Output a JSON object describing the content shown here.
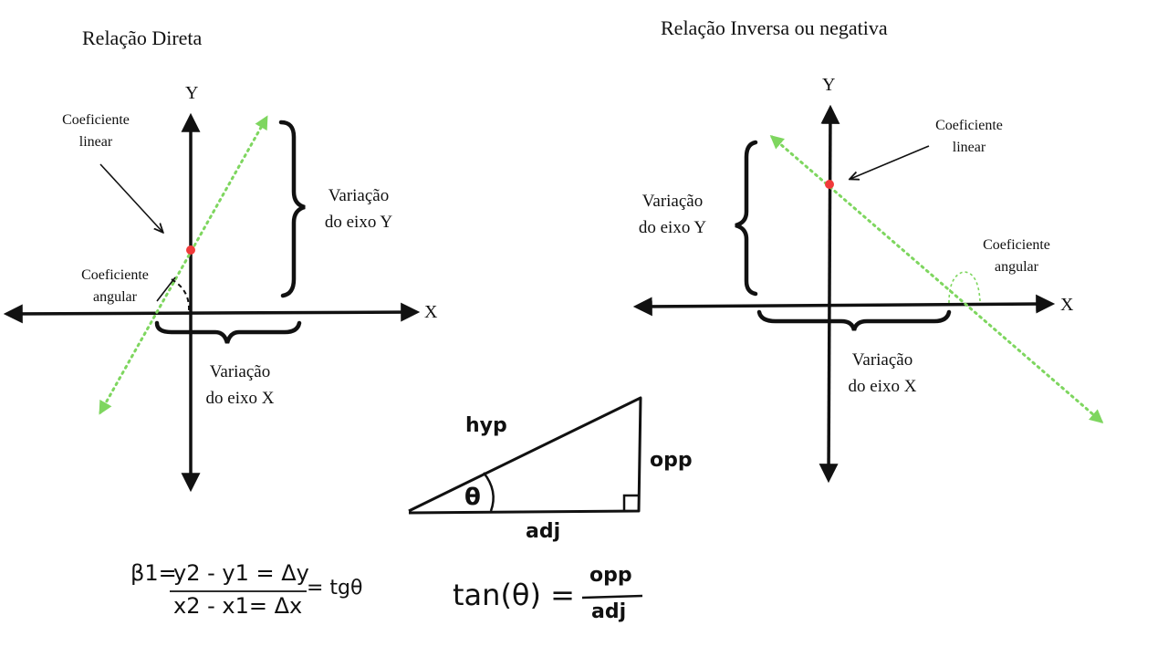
{
  "left": {
    "title": "Relação Direta",
    "axis_y": "Y",
    "axis_x": "X",
    "intercept_label_line1": "Coeficiente",
    "intercept_label_line2": "linear",
    "slope_label_line1": "Coeficiente",
    "slope_label_line2": "angular",
    "dy_label_line1": "Variação",
    "dy_label_line2": "do eixo Y",
    "dx_label_line1": "Variação",
    "dx_label_line2": "do eixo X"
  },
  "right": {
    "title": "Relação Inversa ou negativa",
    "axis_y": "Y",
    "axis_x": "X",
    "intercept_label_line1": "Coeficiente",
    "intercept_label_line2": "linear",
    "slope_label_line1": "Coeficiente",
    "slope_label_line2": "angular",
    "dy_label_line1": "Variação",
    "dy_label_line2": "do eixo Y",
    "dx_label_line1": "Variação",
    "dx_label_line2": "do eixo X"
  },
  "formula": {
    "lhs": "β1=",
    "numerator": "y2 - y1 = Δy",
    "denominator": "x2 - x1= Δx",
    "rhs": "= tgθ"
  },
  "triangle": {
    "hyp": "hyp",
    "opp": "opp",
    "adj": "adj",
    "angle": "θ"
  },
  "tan_formula": {
    "lhs": "tan(θ) =",
    "numerator": "opp",
    "denominator": "adj"
  },
  "colors": {
    "line": "#7ed65f",
    "point": "#f03a3a",
    "ink": "#111111"
  }
}
